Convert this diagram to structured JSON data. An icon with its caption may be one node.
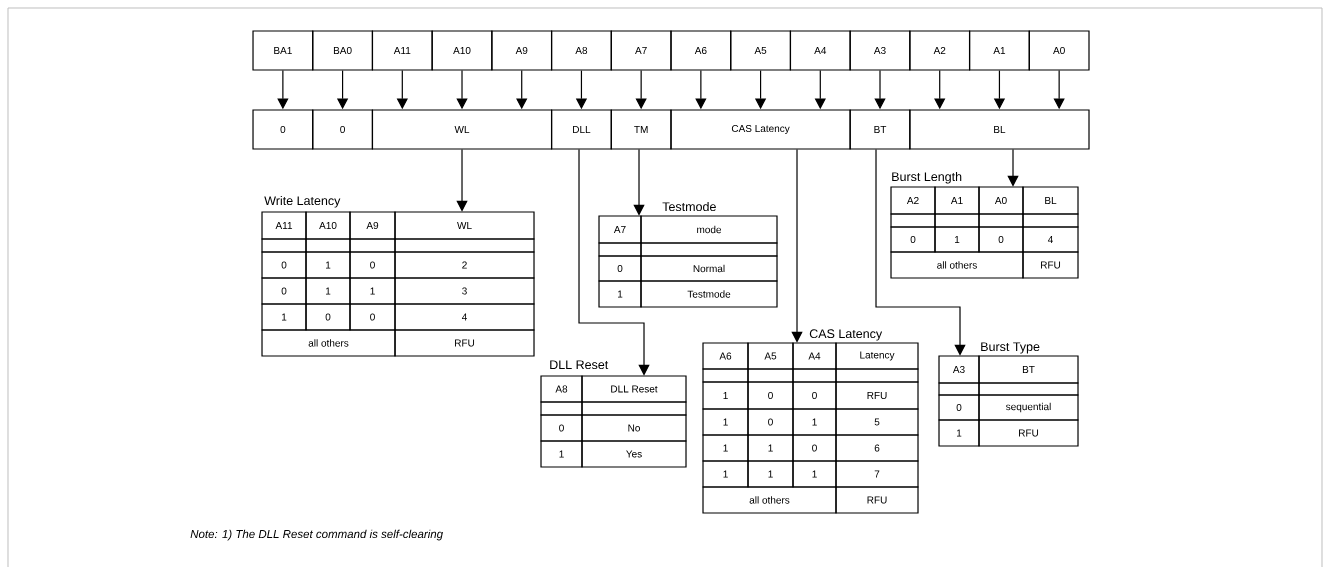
{
  "diagram": {
    "nodes": [
      {
        "text": [
          "BA1"
        ]
      },
      {
        "text": [
          "BA0"
        ]
      },
      {
        "text": [
          "A11"
        ]
      },
      {
        "text": [
          "A10"
        ]
      },
      {
        "text": [
          "A9"
        ]
      },
      {
        "text": [
          "A8"
        ]
      },
      {
        "text": [
          "A7"
        ]
      },
      {
        "text": [
          "A6"
        ]
      },
      {
        "text": [
          "A5"
        ]
      },
      {
        "text": [
          "A4"
        ]
      },
      {
        "text": [
          "A3"
        ]
      },
      {
        "text": [
          "A2"
        ]
      },
      {
        "text": [
          "A1"
        ]
      },
      {
        "text": [
          "A0"
        ]
      },
      {
        "text": [
          "0"
        ]
      },
      {
        "text": [
          "0"
        ]
      },
      {
        "text": [
          "WL"
        ]
      },
      {
        "text": [
          "DLL"
        ]
      },
      {
        "text": [
          "TM"
        ]
      },
      {
        "text": [
          "CAS Latency"
        ]
      },
      {
        "text": [
          "BT"
        ]
      },
      {
        "text": [
          "BL"
        ]
      },
      {
        "text": [
          "Write Latency",
          "A11",
          "A10",
          "A9",
          "WL",
          "0",
          "1",
          "0",
          "2",
          "0",
          "1",
          "1",
          "3",
          "1",
          "0",
          "0",
          "4",
          "all others",
          "RFU"
        ]
      },
      {
        "text": [
          "Testmode",
          "A7",
          "mode",
          "0",
          "Normal",
          "1",
          "Testmode"
        ]
      },
      {
        "text": [
          "Burst Length",
          "A2",
          "A1",
          "A0",
          "BL",
          "0",
          "1",
          "0",
          "4",
          "all others",
          "RFU"
        ]
      },
      {
        "text": [
          "DLL Reset",
          "A8",
          "DLL Reset",
          "0",
          "No",
          "1",
          "Yes"
        ]
      },
      {
        "text": [
          "CAS Latency",
          "A6",
          "A5",
          "A4",
          "Latency",
          "1",
          "0",
          "0",
          "RFU",
          "1",
          "0",
          "1",
          "5",
          "1",
          "1",
          "0",
          "6",
          "1",
          "1",
          "1",
          "7",
          "all others",
          "RFU"
        ]
      },
      {
        "text": [
          "Burst Type",
          "A3",
          "BT",
          "0",
          "sequential",
          "1",
          "RFU"
        ]
      }
    ],
    "edges": [
      {
        "from": 0,
        "to": 14,
        "arrow": "to"
      },
      {
        "from": 1,
        "to": 15,
        "arrow": "to"
      },
      {
        "from": 2,
        "to": 16,
        "arrow": "to"
      },
      {
        "from": 3,
        "to": 16,
        "arrow": "to"
      },
      {
        "from": 4,
        "to": 16,
        "arrow": "to"
      },
      {
        "from": 5,
        "to": 17,
        "arrow": "to"
      },
      {
        "from": 6,
        "to": 18,
        "arrow": "to"
      },
      {
        "from": 7,
        "to": 19,
        "arrow": "to"
      },
      {
        "from": 8,
        "to": 19,
        "arrow": "to"
      },
      {
        "from": 9,
        "to": 19,
        "arrow": "to"
      },
      {
        "from": 10,
        "to": 20,
        "arrow": "to"
      },
      {
        "from": 11,
        "to": 21,
        "arrow": "to"
      },
      {
        "from": 12,
        "to": 21,
        "arrow": "to"
      },
      {
        "from": 13,
        "to": 21,
        "arrow": "to"
      },
      {
        "from": 16,
        "to": 22,
        "arrow": "to"
      },
      {
        "from": 17,
        "to": 25,
        "arrow": "to"
      },
      {
        "from": 18,
        "to": 23,
        "arrow": "to"
      },
      {
        "from": 19,
        "to": 26,
        "arrow": "to"
      },
      {
        "from": 20,
        "to": 27,
        "arrow": "to"
      },
      {
        "from": 21,
        "to": 24,
        "arrow": "to"
      }
    ],
    "labels": [
      "Note: 1) The DLL Reset command is self-clearing"
    ]
  }
}
